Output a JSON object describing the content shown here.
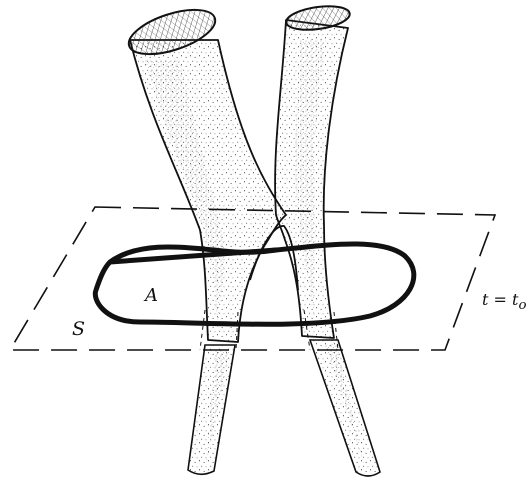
{
  "labels": {
    "surface_region": "A",
    "boundary_curve": "S",
    "time_slice": "t = t",
    "time_slice_subscript": "o"
  },
  "colors": {
    "ink": "#111111",
    "background": "#ffffff"
  }
}
